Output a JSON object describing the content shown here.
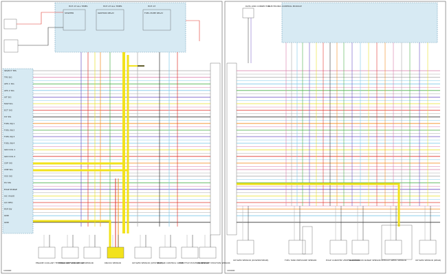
{
  "colors": {
    "background": "#ffffff",
    "page_border": "#555555",
    "module_fill": "#d7eaf3",
    "module_stroke": "#7aa7bf",
    "highlight": "#f2e21c",
    "wire_orange": "#f28a1e",
    "wire_red": "#e0342c",
    "wire_purple": "#6a4fc4",
    "wire_yellow": "#e9e02a",
    "wire_green": "#4bb04a",
    "wire_lightblue": "#7fc8e8",
    "wire_gray": "#a8a8a8",
    "wire_pink": "#d87aa8",
    "wire_brown": "#8a5a2a",
    "wire_black": "#333333"
  },
  "left_page": {
    "page_number": "100000",
    "top_labels": [
      "HOT AT ALL TIMES",
      "HOT AT ALL TIMES",
      "HOT AT",
      "STARTER",
      "IGNITION RELAY",
      "FUEL PUMP RELAY"
    ],
    "module_pin_labels": [
      "SELECT TPS",
      "TPS SIG",
      "APS 1 SIG",
      "APS 2 SIG",
      "IAT SIG",
      "MAP SIG",
      "ECT SIG",
      "O2 SIG",
      "FUEL INJ 1",
      "FUEL INJ 2",
      "FUEL INJ 3",
      "FUEL INJ 4",
      "IGN COIL 1",
      "IGN COIL 2",
      "CKP SIG",
      "CMP SIG",
      "VSS SIG",
      "KS SIG",
      "EVAP PURGE",
      "IAC VALVE",
      "A/C REQ",
      "PSP SW",
      "GND",
      "GND"
    ],
    "bottom_labels": [
      "ENGINE COOLANT TEMPERATURE SENSOR",
      "MASS AIR FLOW SENSOR",
      "IAT SENSOR",
      "KNOCK SENSOR",
      "OXYGEN SENSOR (UPSTREAM)",
      "IDLE AIR CONTROL VALVE",
      "THROTTLE POSITION SENSOR",
      "CRANKSHAFT POSITION SENSOR"
    ]
  },
  "right_page": {
    "page_number": "100000",
    "top_labels": [
      "DATA LINK CONNECTOR",
      "ELECTRONIC CONTROL MODULE"
    ],
    "bottom_labels": [
      "OXYGEN SENSOR (DOWNSTREAM)",
      "FUEL TANK PRESSURE SENSOR",
      "EVAP CANISTER VENT SOLENOID",
      "TRANSMISSION RANGE SENSOR",
      "VEHICLE SPEED SENSOR",
      "OXYGEN SENSOR (REAR)"
    ]
  }
}
